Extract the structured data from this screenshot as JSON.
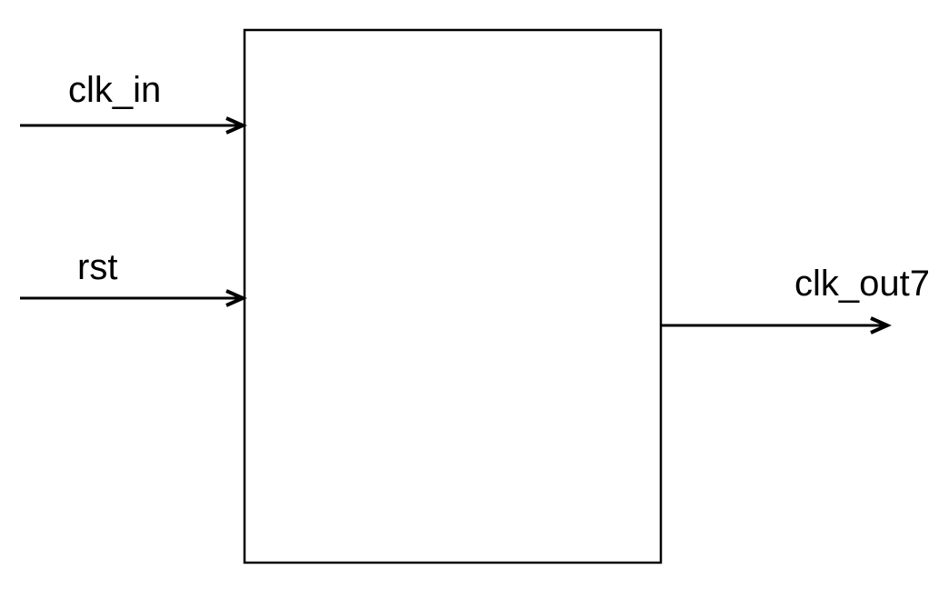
{
  "diagram": {
    "type": "block-diagram",
    "block": {
      "description": "unlabeled module block"
    },
    "ports": {
      "inputs": [
        {
          "label": "clk_in"
        },
        {
          "label": "rst"
        }
      ],
      "outputs": [
        {
          "label": "clk_out7"
        }
      ]
    }
  },
  "colors": {
    "background": "#ffffff",
    "line": "#000000",
    "text": "#000000"
  }
}
